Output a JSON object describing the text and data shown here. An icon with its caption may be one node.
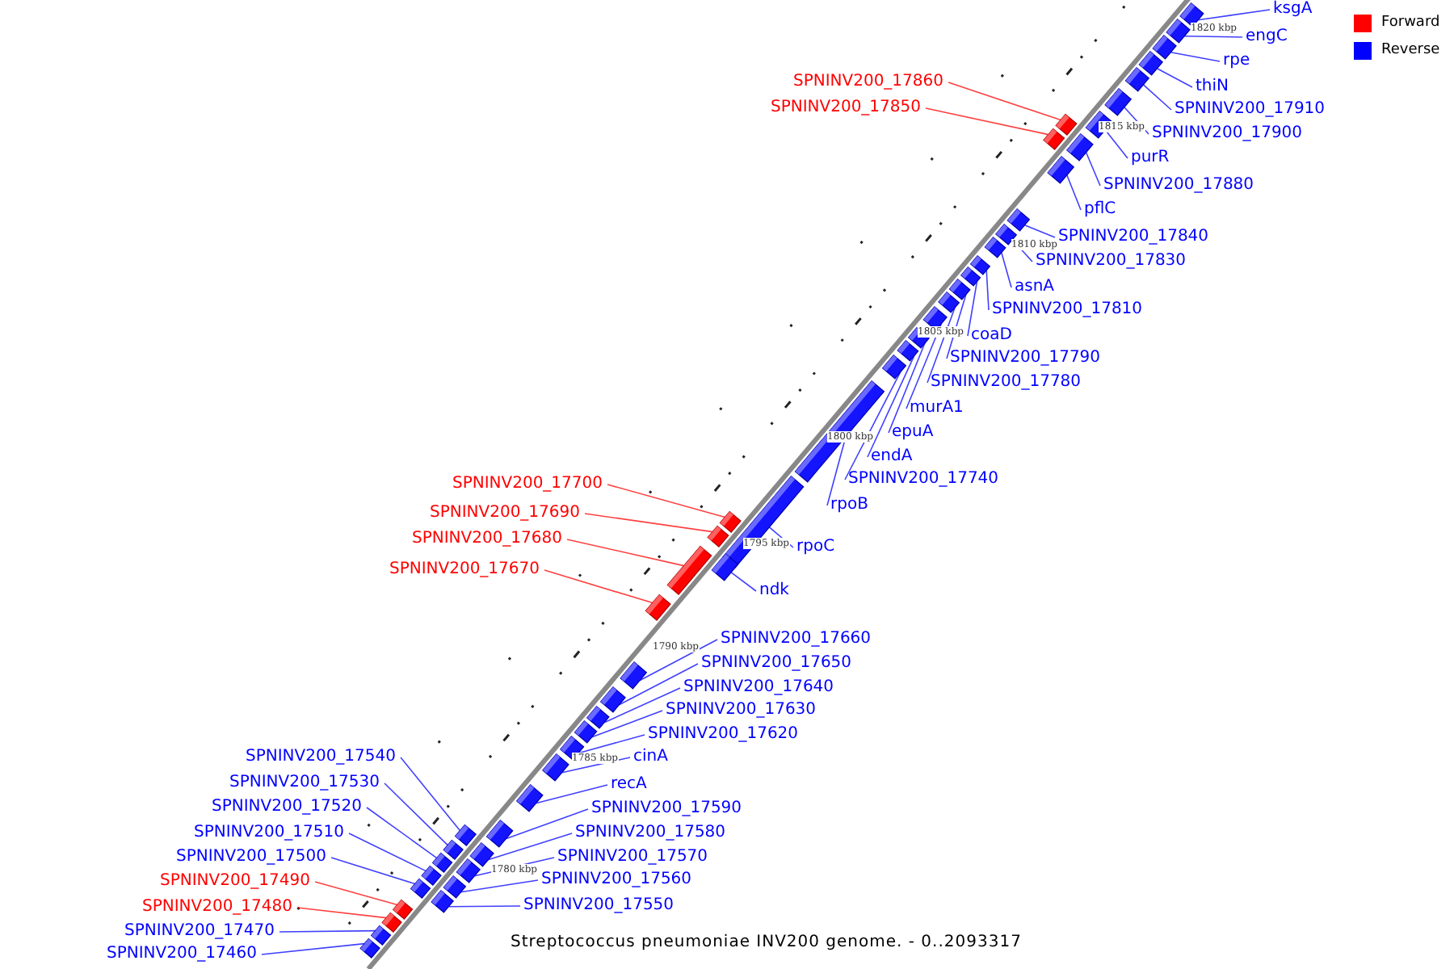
{
  "diagram": {
    "caption": "Streptococcus pneumoniae INV200 genome. - 0..2093317",
    "nodes": [
      {
        "text": [
          "ksgA"
        ]
      },
      {
        "text": [
          "engC"
        ]
      },
      {
        "text": [
          "rpe"
        ]
      },
      {
        "text": [
          "SPNINV200_17860"
        ]
      },
      {
        "text": [
          "thiN"
        ]
      },
      {
        "text": [
          "SPNINV200_17850"
        ]
      },
      {
        "text": [
          "SPNINV200_17910"
        ]
      },
      {
        "text": [
          "SPNINV200_17900"
        ]
      },
      {
        "text": [
          "purR"
        ]
      },
      {
        "text": [
          "SPNINV200_17880"
        ]
      },
      {
        "text": [
          "pflC"
        ]
      },
      {
        "text": [
          "SPNINV200_17840"
        ]
      },
      {
        "text": [
          "SPNINV200_17830"
        ]
      },
      {
        "text": [
          "asnA"
        ]
      },
      {
        "text": [
          "SPNINV200_17810"
        ]
      },
      {
        "text": [
          "coaD"
        ]
      },
      {
        "text": [
          "SPNINV200_17790"
        ]
      },
      {
        "text": [
          "SPNINV200_17780"
        ]
      },
      {
        "text": [
          "murA1"
        ]
      },
      {
        "text": [
          "epuA"
        ]
      },
      {
        "text": [
          "endA"
        ]
      },
      {
        "text": [
          "SPNINV200_17740"
        ]
      },
      {
        "text": [
          "SPNINV200_17700"
        ]
      },
      {
        "text": [
          "rpoB"
        ]
      },
      {
        "text": [
          "SPNINV200_17690"
        ]
      },
      {
        "text": [
          "SPNINV200_17680"
        ]
      },
      {
        "text": [
          "rpoC"
        ]
      },
      {
        "text": [
          "SPNINV200_17670"
        ]
      },
      {
        "text": [
          "ndk"
        ]
      },
      {
        "text": [
          "SPNINV200_17660"
        ]
      },
      {
        "text": [
          "SPNINV200_17650"
        ]
      },
      {
        "text": [
          "SPNINV200_17640"
        ]
      },
      {
        "text": [
          "SPNINV200_17630"
        ]
      },
      {
        "text": [
          "SPNINV200_17620"
        ]
      },
      {
        "text": [
          "cinA"
        ]
      },
      {
        "text": [
          "SPNINV200_17540"
        ]
      },
      {
        "text": [
          "recA"
        ]
      },
      {
        "text": [
          "SPNINV200_17530"
        ]
      },
      {
        "text": [
          "SPNINV200_17590"
        ]
      },
      {
        "text": [
          "SPNINV200_17520"
        ]
      },
      {
        "text": [
          "SPNINV200_17580"
        ]
      },
      {
        "text": [
          "SPNINV200_17510"
        ]
      },
      {
        "text": [
          "SPNINV200_17570"
        ]
      },
      {
        "text": [
          "SPNINV200_17500"
        ]
      },
      {
        "text": [
          "SPNINV200_17560"
        ]
      },
      {
        "text": [
          "SPNINV200_17490"
        ]
      },
      {
        "text": [
          "SPNINV200_17550"
        ]
      },
      {
        "text": [
          "SPNINV200_17480"
        ]
      },
      {
        "text": [
          "SPNINV200_17470"
        ]
      },
      {
        "text": [
          "SPNINV200_17460"
        ]
      },
      {
        "text": [],
        "shape": "box"
      },
      {
        "text": [],
        "shape": "box"
      },
      {
        "text": [],
        "shape": "box"
      },
      {
        "text": [],
        "shape": "box"
      },
      {
        "text": [],
        "shape": "box"
      },
      {
        "text": [],
        "shape": "box"
      },
      {
        "text": [],
        "shape": "box"
      },
      {
        "text": [],
        "shape": "box"
      },
      {
        "text": [],
        "shape": "box"
      },
      {
        "text": [],
        "shape": "box"
      },
      {
        "text": [],
        "shape": "box"
      },
      {
        "text": [],
        "shape": "box"
      },
      {
        "text": [],
        "shape": "box"
      },
      {
        "text": [],
        "shape": "box"
      },
      {
        "text": [],
        "shape": "box"
      },
      {
        "text": [],
        "shape": "box"
      },
      {
        "text": [],
        "shape": "box"
      },
      {
        "text": [],
        "shape": "box"
      },
      {
        "text": [],
        "shape": "box"
      },
      {
        "text": [],
        "shape": "box"
      },
      {
        "text": [],
        "shape": "box"
      },
      {
        "text": [],
        "shape": "box"
      },
      {
        "text": [],
        "shape": "box"
      },
      {
        "text": [],
        "shape": "box"
      },
      {
        "text": [],
        "shape": "box"
      },
      {
        "text": [],
        "shape": "box"
      },
      {
        "text": [],
        "shape": "box"
      },
      {
        "text": [],
        "shape": "box"
      },
      {
        "text": [],
        "shape": "box"
      },
      {
        "text": [],
        "shape": "box"
      },
      {
        "text": [],
        "shape": "box"
      },
      {
        "text": [],
        "shape": "box"
      },
      {
        "text": [],
        "shape": "box"
      },
      {
        "text": [],
        "shape": "box"
      },
      {
        "text": [],
        "shape": "box"
      },
      {
        "text": [],
        "shape": "box"
      },
      {
        "text": [],
        "shape": "box"
      },
      {
        "text": [],
        "shape": "box"
      },
      {
        "text": [],
        "shape": "box"
      },
      {
        "text": [],
        "shape": "box"
      },
      {
        "text": [],
        "shape": "box"
      },
      {
        "text": [],
        "shape": "box"
      },
      {
        "text": [],
        "shape": "box"
      },
      {
        "text": [],
        "shape": "box"
      },
      {
        "text": [],
        "shape": "box"
      },
      {
        "text": [],
        "shape": "box"
      },
      {
        "text": [],
        "shape": "box"
      },
      {
        "text": [],
        "shape": "box"
      },
      {
        "text": [],
        "shape": "box"
      },
      {
        "text": [],
        "shape": "box"
      }
    ],
    "edges": [
      {
        "from": 0,
        "to": 50,
        "arrow": "none"
      },
      {
        "from": 1,
        "to": 51,
        "arrow": "none"
      },
      {
        "from": 2,
        "to": 52,
        "arrow": "none"
      },
      {
        "from": 3,
        "to": 57,
        "arrow": "none",
        "color": "#ff0000"
      },
      {
        "from": 4,
        "to": 53,
        "arrow": "none"
      },
      {
        "from": 5,
        "to": 59,
        "arrow": "none",
        "color": "#ff0000"
      },
      {
        "from": 6,
        "to": 54,
        "arrow": "none"
      },
      {
        "from": 7,
        "to": 55,
        "arrow": "none"
      },
      {
        "from": 8,
        "to": 56,
        "arrow": "none"
      },
      {
        "from": 9,
        "to": 58,
        "arrow": "none"
      },
      {
        "from": 10,
        "to": 60,
        "arrow": "none"
      },
      {
        "from": 11,
        "to": 61,
        "arrow": "none"
      },
      {
        "from": 12,
        "to": 62,
        "arrow": "none"
      },
      {
        "from": 13,
        "to": 63,
        "arrow": "none"
      },
      {
        "from": 14,
        "to": 64,
        "arrow": "none"
      },
      {
        "from": 15,
        "to": 65,
        "arrow": "none"
      },
      {
        "from": 16,
        "to": 66,
        "arrow": "none"
      },
      {
        "from": 17,
        "to": 67,
        "arrow": "none"
      },
      {
        "from": 18,
        "to": 68,
        "arrow": "none"
      },
      {
        "from": 19,
        "to": 69,
        "arrow": "none"
      },
      {
        "from": 20,
        "to": 70,
        "arrow": "none"
      },
      {
        "from": 21,
        "to": 71,
        "arrow": "none"
      },
      {
        "from": 22,
        "to": 74,
        "arrow": "none",
        "color": "#ff0000"
      },
      {
        "from": 23,
        "to": 72,
        "arrow": "none"
      },
      {
        "from": 24,
        "to": 75,
        "arrow": "none",
        "color": "#ff0000"
      },
      {
        "from": 25,
        "to": 77,
        "arrow": "none",
        "color": "#ff0000"
      },
      {
        "from": 26,
        "to": 73,
        "arrow": "none"
      },
      {
        "from": 27,
        "to": 78,
        "arrow": "none",
        "color": "#ff0000"
      },
      {
        "from": 28,
        "to": 76,
        "arrow": "none"
      },
      {
        "from": 29,
        "to": 79,
        "arrow": "none"
      },
      {
        "from": 30,
        "to": 80,
        "arrow": "none"
      },
      {
        "from": 31,
        "to": 81,
        "arrow": "none"
      },
      {
        "from": 32,
        "to": 82,
        "arrow": "none"
      },
      {
        "from": 33,
        "to": 83,
        "arrow": "none"
      },
      {
        "from": 34,
        "to": 84,
        "arrow": "none"
      },
      {
        "from": 35,
        "to": 87,
        "arrow": "none"
      },
      {
        "from": 36,
        "to": 85,
        "arrow": "none"
      },
      {
        "from": 37,
        "to": 89,
        "arrow": "none"
      },
      {
        "from": 38,
        "to": 86,
        "arrow": "none"
      },
      {
        "from": 39,
        "to": 91,
        "arrow": "none"
      },
      {
        "from": 40,
        "to": 88,
        "arrow": "none"
      },
      {
        "from": 41,
        "to": 93,
        "arrow": "none"
      },
      {
        "from": 42,
        "to": 90,
        "arrow": "none"
      },
      {
        "from": 43,
        "to": 95,
        "arrow": "none"
      },
      {
        "from": 44,
        "to": 92,
        "arrow": "none"
      },
      {
        "from": 45,
        "to": 96,
        "arrow": "none",
        "color": "#ff0000"
      },
      {
        "from": 46,
        "to": 94,
        "arrow": "none"
      },
      {
        "from": 47,
        "to": 97,
        "arrow": "none",
        "color": "#ff0000"
      },
      {
        "from": 48,
        "to": 98,
        "arrow": "none"
      },
      {
        "from": 49,
        "to": 99,
        "arrow": "none"
      }
    ],
    "labels": [
      "1820 kbp",
      "1815 kbp",
      "1810 kbp",
      "1805 kbp",
      "1800 kbp",
      "1795 kbp",
      "1790 kbp",
      "1785 kbp",
      "1780 kbp"
    ],
    "legend": [
      {
        "text": "Forward",
        "color": "#ff0000"
      },
      {
        "text": "Reverse",
        "color": "#0000ff"
      }
    ]
  }
}
